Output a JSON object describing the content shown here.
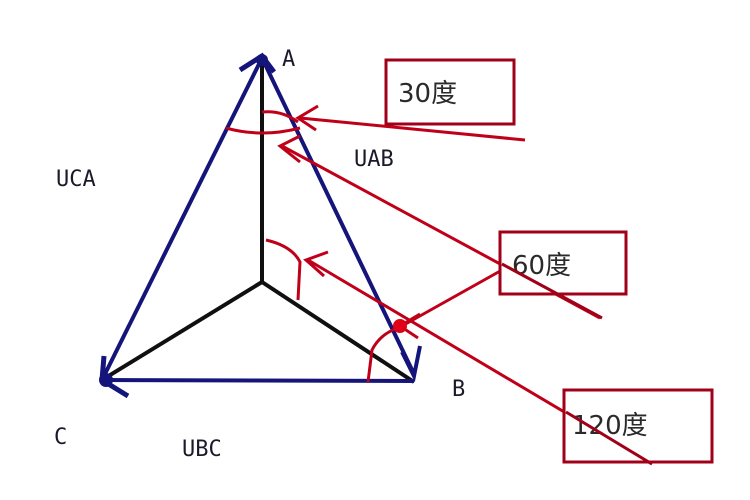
{
  "diagram": {
    "title": "",
    "nodes": {
      "A": {
        "label": "A"
      },
      "B": {
        "label": "B"
      },
      "C": {
        "label": "C"
      }
    },
    "line_vectors": {
      "UAB": {
        "label": "UAB"
      },
      "UBC": {
        "label": "UBC"
      },
      "UCA": {
        "label": "UCA"
      }
    },
    "angle_annotations": [
      {
        "label": "30度",
        "value_deg": 30
      },
      {
        "label": "60度",
        "value_deg": 60
      },
      {
        "label": "120度",
        "value_deg": 120
      }
    ],
    "colors": {
      "phase_vectors": "#101010",
      "line_vectors": "#14147a",
      "annotations": "#c00018"
    }
  }
}
